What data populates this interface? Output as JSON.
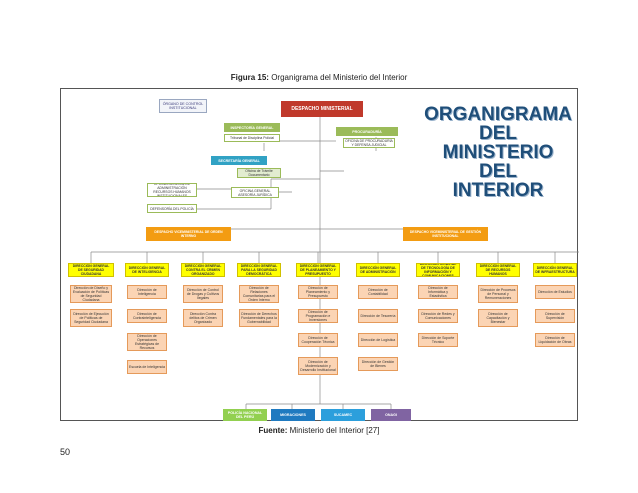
{
  "figure_caption": {
    "label": "Figura 15:",
    "text": "Organigrama del Ministerio del Interior"
  },
  "source_caption": {
    "label": "Fuente:",
    "text": "Ministerio del Interior [27]"
  },
  "page_number": "50",
  "chart": {
    "title_line1": "ORGANIGRAMA DEL",
    "title_line2": "MINISTERIO DEL",
    "title_line3": "INTERIOR",
    "organo_control": "ÓRGANO DE CONTROL INSTITUCIONAL",
    "despacho": "DESPACHO MINISTERIAL",
    "inspectoria": "INSPECTORÍA GENERAL",
    "tribunal": "Tribunal de Disciplina Policial",
    "procuraduria": "PROCURADURÍA",
    "procuraduria_sub": "OFICINA DE PROCURADURÍA Y DEFENSA JUDICIAL",
    "secretaria": "SECRETARÍA GENERAL",
    "tramite": "Oficina de Trámite Documentario",
    "sec_left1": "OFICINA GENERAL DE ADMINISTRACIÓN RECURSOS HUMANOS INSTITUCIONALES",
    "sec_left2": "DEFENSORÍA DEL POLICÍA",
    "sec_right": "OFICINA GENERAL ASESORÍA JURÍDICA",
    "vice_left": "DESPACHO VICEMINISTERIAL DE ORDEN INTERNO",
    "vice_right": "DESPACHO VICEMINISTERIAL DE GESTIÓN INSTITUCIONAL",
    "dg": [
      "DIRECCIÓN GENERAL DE SEGURIDAD CIUDADANA",
      "DIRECCIÓN GENERAL DE INTELIGENCIA",
      "DIRECCIÓN GENERAL CONTRA EL CRIMEN ORGANIZADO",
      "DIRECCIÓN GENERAL PARA LA SEGURIDAD DEMOCRÁTICA",
      "DIRECCIÓN GENERAL DE PLANEAMIENTO Y PRESUPUESTO",
      "DIRECCIÓN GENERAL DE ADMINISTRACIÓN",
      "DIRECCIÓN GENERAL DE TECNOLOGÍA DE INFORMACIÓN Y COMUNICACIONES",
      "DIRECCIÓN GENERAL DE RECURSOS HUMANOS",
      "DIRECCIÓN GENERAL DE INFRAESTRUCTURA"
    ],
    "dirs": [
      [
        "Dirección de Diseño y Evaluación de Políticas de Seguridad Ciudadana",
        "Dirección de Ejecución de Políticas de Seguridad Ciudadana"
      ],
      [
        "Dirección de Inteligencia",
        "Dirección de Contrainteligencia",
        "Dirección de Operaciones Estratégicas de Recursos",
        "Escuela de Inteligencia"
      ],
      [
        "Dirección de Control de Drogas y Cultivos Ilegales",
        "Dirección Contra delitos de Crimen Organizado"
      ],
      [
        "Dirección de Relaciones Comunitarias para el Orden Interno",
        "Dirección de Derechos Fundamentales para la Gobernabilidad"
      ],
      [
        "Dirección de Planeamiento y Presupuesto",
        "Dirección de Programación e Inversiones",
        "Dirección de Cooperación Técnica",
        "Dirección de Modernización y Desarrollo Institucional"
      ],
      [
        "Dirección de Contabilidad",
        "Dirección de Tesorería",
        "Dirección de Logística",
        "Dirección de Gestión de Bienes"
      ],
      [
        "Dirección de Informática y Estadística",
        "Dirección de Redes y Comunicaciones",
        "Dirección de Soporte Técnico"
      ],
      [
        "Dirección de Procesos de Personal y Remuneraciones",
        "Dirección de Capacitación y Bienestar"
      ],
      [
        "Dirección de Estudios",
        "Dirección de Supervisión",
        "Dirección de Liquidación de Obras"
      ]
    ],
    "bottom": [
      "POLICÍA NACIONAL DEL PERÚ",
      "MIGRACIONES",
      "SUCAMEC",
      "ONAGI"
    ]
  }
}
